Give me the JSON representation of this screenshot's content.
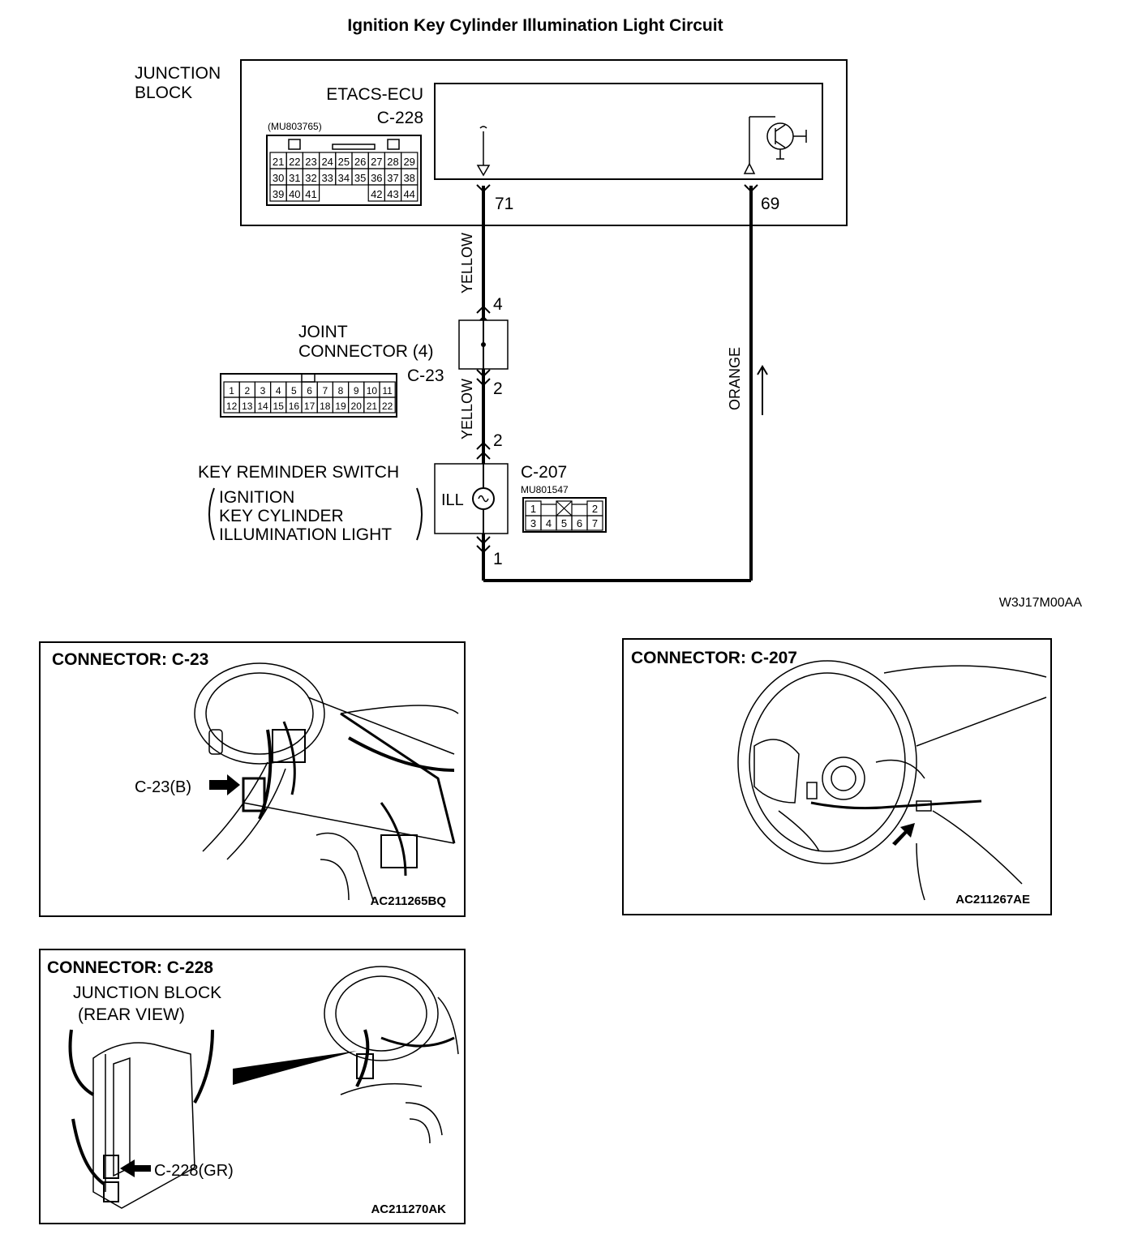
{
  "title": "Ignition Key Cylinder Illumination Light Circuit",
  "junction_block": {
    "label_line1": "JUNCTION",
    "label_line2": "BLOCK",
    "ecu_label": "ETACS-ECU",
    "ecu_connector": "C-228",
    "part_number": "(MU803765)",
    "pin_rows": [
      [
        "21",
        "22",
        "23",
        "24",
        "25",
        "26",
        "27",
        "28",
        "29"
      ],
      [
        "30",
        "31",
        "32",
        "33",
        "34",
        "35",
        "36",
        "37",
        "38"
      ],
      [
        "39",
        "40",
        "41",
        "",
        "",
        "",
        "42",
        "43",
        "44"
      ]
    ],
    "pin_71": "71",
    "pin_69": "69"
  },
  "wires": {
    "yellow_upper": "YELLOW",
    "yellow_lower": "YELLOW",
    "orange": "ORANGE"
  },
  "joint_connector": {
    "label_line1": "JOINT",
    "label_line2": "CONNECTOR (4)",
    "connector": "C-23",
    "pin_top": "4",
    "pin_bottom": "2",
    "pin_rows": [
      [
        "1",
        "2",
        "3",
        "4",
        "5",
        "6",
        "7",
        "8",
        "9",
        "10",
        "11"
      ],
      [
        "12",
        "13",
        "14",
        "15",
        "16",
        "17",
        "18",
        "19",
        "20",
        "21",
        "22"
      ]
    ]
  },
  "key_switch": {
    "label": "KEY REMINDER SWITCH",
    "sub_line1": "IGNITION",
    "sub_line2": "KEY CYLINDER",
    "sub_line3": "ILLUMINATION LIGHT",
    "ill": "ILL",
    "connector": "C-207",
    "part_number": "MU801547",
    "pin_top": "2",
    "pin_bottom": "1",
    "pin_rows": [
      [
        "1",
        "",
        "2"
      ],
      [
        "3",
        "4",
        "5",
        "6",
        "7"
      ]
    ]
  },
  "figure_code": "W3J17M00AA",
  "panels": {
    "c23": {
      "title": "CONNECTOR: C-23",
      "callout": "C-23(B)",
      "code": "AC211265BQ"
    },
    "c207": {
      "title": "CONNECTOR: C-207",
      "code": "AC211267AE"
    },
    "c228": {
      "title": "CONNECTOR: C-228",
      "sub1": "JUNCTION BLOCK",
      "sub2": "(REAR VIEW)",
      "callout": "C-228(GR)",
      "code": "AC211270AK"
    }
  }
}
